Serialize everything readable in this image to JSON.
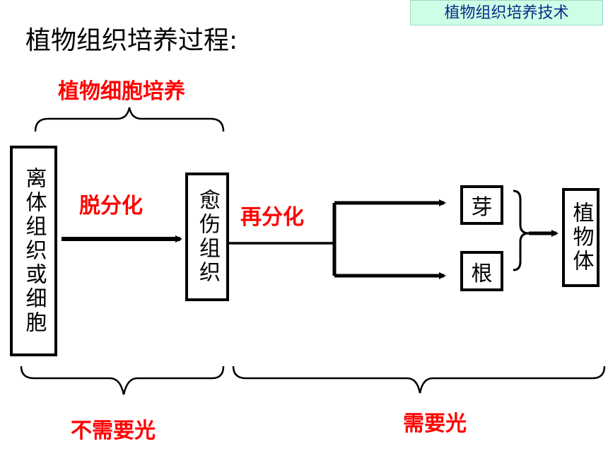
{
  "header_tag": "植物组织培养技术",
  "title": "植物组织培养过程:",
  "labels": {
    "cell_culture": "植物细胞培养",
    "dedifferentiation": "脱分化",
    "redifferentiation": "再分化",
    "no_light": "不需要光",
    "need_light": "需要光"
  },
  "nodes": {
    "explant": "离体组织或细胞",
    "callus": "愈伤组织",
    "bud": "芽",
    "root": "根",
    "plantlet": "植物体"
  },
  "colors": {
    "accent_red": "#ff0000",
    "tag_bg": "#ccffe6",
    "tag_text": "#0b2a8a"
  }
}
